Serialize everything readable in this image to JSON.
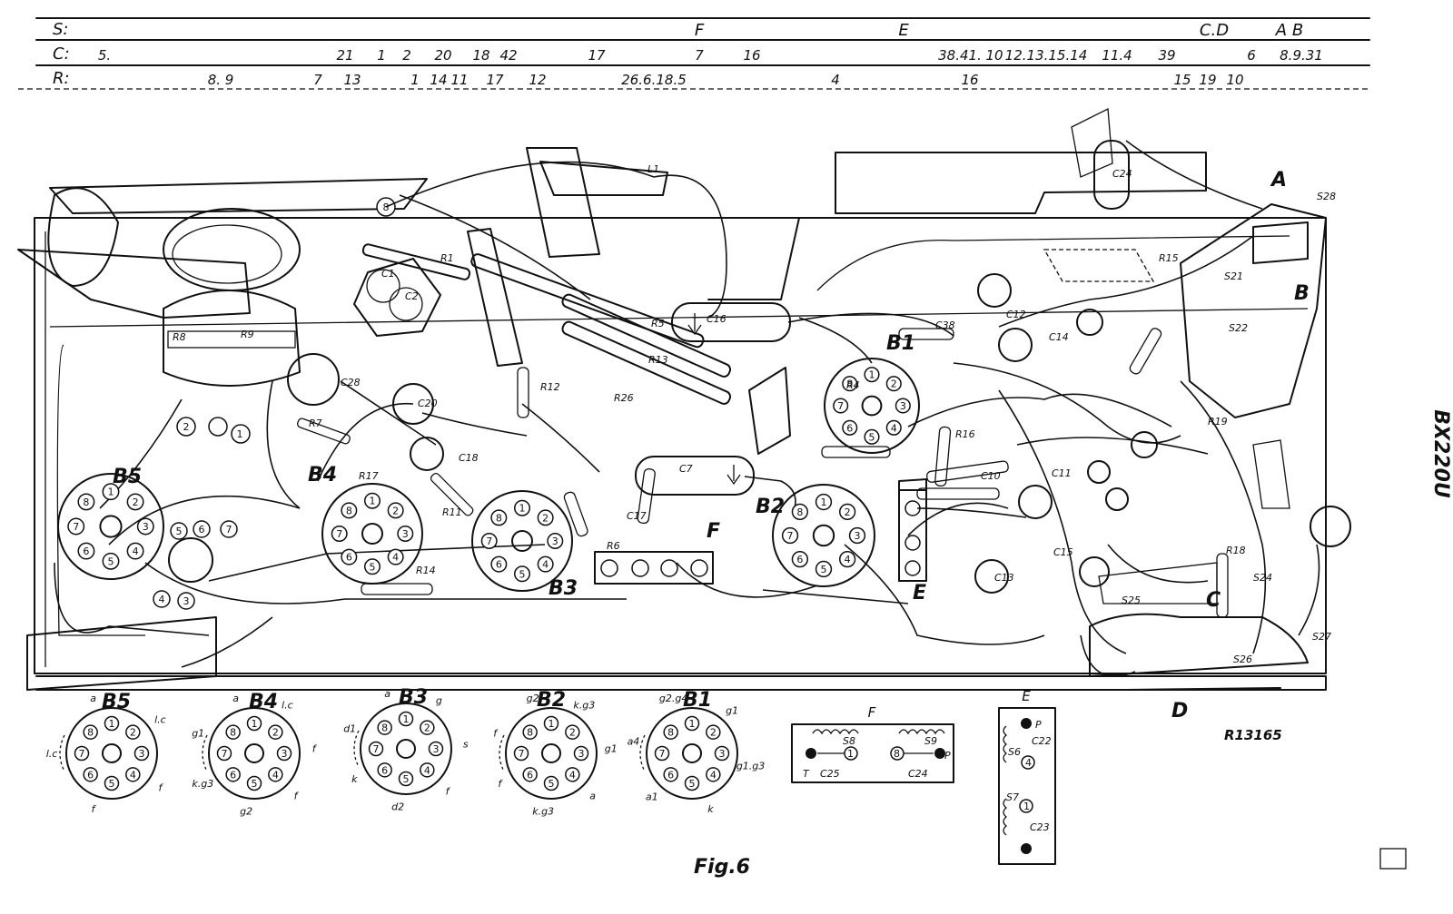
{
  "header": {
    "row_labels": {
      "s": "S:",
      "c": "C:",
      "r": "R:"
    },
    "s_items": [
      "F",
      "E",
      "C.D",
      "A B"
    ],
    "c_items": [
      "5.",
      "21",
      "1",
      "2",
      "20",
      "18",
      "42",
      "17",
      "7",
      "16",
      "38.41.",
      "10",
      "12.13.15.14",
      "11.4",
      "39",
      "6",
      "8.9.31"
    ],
    "r_items": [
      "8. 9",
      "7",
      "13",
      "1",
      "14",
      "11",
      "17",
      "12",
      "26.6.18.5",
      "4",
      "16",
      "15",
      "19",
      "10"
    ]
  },
  "chassis_tubes": [
    {
      "label": "B5",
      "pins": [
        "1",
        "2",
        "3",
        "4",
        "5",
        "6",
        "7",
        "8"
      ]
    },
    {
      "label": "B4",
      "pins": [
        "1",
        "2",
        "3",
        "4",
        "5",
        "6",
        "7",
        "8"
      ]
    },
    {
      "label": "B3",
      "pins": [
        "1",
        "2",
        "3",
        "4",
        "5",
        "6",
        "7",
        "8"
      ]
    },
    {
      "label": "B2",
      "pins": [
        "1",
        "2",
        "3",
        "4",
        "5",
        "6",
        "7",
        "8"
      ]
    },
    {
      "label": "B1",
      "pins": [
        "1",
        "2",
        "3",
        "4",
        "5",
        "6",
        "7",
        "8"
      ]
    }
  ],
  "component_labels": [
    "L1",
    "C16",
    "C1",
    "C2",
    "C7",
    "C10",
    "C11",
    "C12",
    "C13",
    "C14",
    "C15",
    "C17",
    "C18",
    "C20",
    "C24",
    "C28",
    "C38",
    "R1",
    "R4",
    "R5",
    "R6",
    "R7",
    "R8",
    "R9",
    "R11",
    "R12",
    "R13",
    "R14",
    "R15",
    "R16",
    "R17",
    "R18",
    "R19",
    "R26",
    "S21",
    "S22",
    "S24",
    "S25",
    "S26",
    "S27",
    "S28",
    "A",
    "B",
    "C",
    "D",
    "E",
    "F",
    "8",
    "2",
    "1"
  ],
  "bottom_sockets": [
    {
      "label": "B5",
      "side": [
        "a",
        "l.c",
        "f",
        "f",
        "l.c"
      ]
    },
    {
      "label": "B4",
      "side": [
        "a",
        "l.c",
        "f",
        "f",
        "g2",
        "k.g3",
        "g1"
      ]
    },
    {
      "label": "B3",
      "side": [
        "a",
        "g",
        "s",
        "f",
        "d2",
        "k",
        "d1"
      ]
    },
    {
      "label": "B2",
      "side": [
        "g2",
        "k.g3",
        "g1",
        "a",
        "k.g3",
        "f",
        "f"
      ]
    },
    {
      "label": "B1",
      "side": [
        "g2.g4",
        "g1",
        "g1.g3",
        "k",
        "a1",
        "a4"
      ]
    }
  ],
  "coil_box_f": {
    "label": "F",
    "items": [
      "T",
      "C25",
      "S8",
      "1",
      "S9",
      "C24",
      "P",
      "8"
    ]
  },
  "coil_box_e": {
    "label": "E",
    "items": [
      "P",
      "C22",
      "S6",
      "S7",
      "C23",
      "1",
      "4"
    ]
  },
  "fig_caption": "Fig.6",
  "reference": "R13165",
  "side_stamp": "BX220U"
}
